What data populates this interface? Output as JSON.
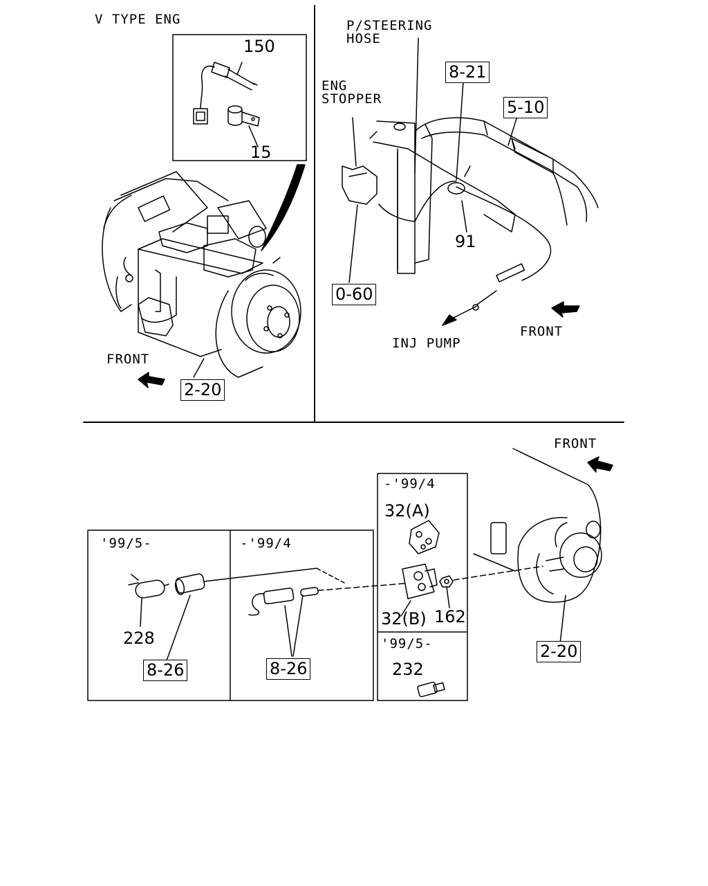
{
  "top_left": {
    "title": "V TYPE ENG",
    "part_150": "150",
    "part_15": "15",
    "front": "FRONT",
    "ref_2_20": "2-20"
  },
  "top_right": {
    "ps_hose": "P/STEERING\nHOSE",
    "eng_stopper": "ENG\nSTOPPER",
    "ref_8_21": "8-21",
    "ref_5_10": "5-10",
    "part_91": "91",
    "ref_0_60": "0-60",
    "inj_pump": "INJ PUMP",
    "front": "FRONT"
  },
  "bottom": {
    "front": "FRONT",
    "panel_a_date": "'99/5-",
    "part_228": "228",
    "ref_8_26_a": "8-26",
    "panel_b_date": "-'99/4",
    "ref_8_26_b": "8-26",
    "panel_c_date": "-'99/4",
    "part_32a": "32(A)",
    "part_32b": "32(B)",
    "part_162": "162",
    "panel_d_date": "'99/5-",
    "part_232": "232",
    "ref_2_20": "2-20"
  }
}
